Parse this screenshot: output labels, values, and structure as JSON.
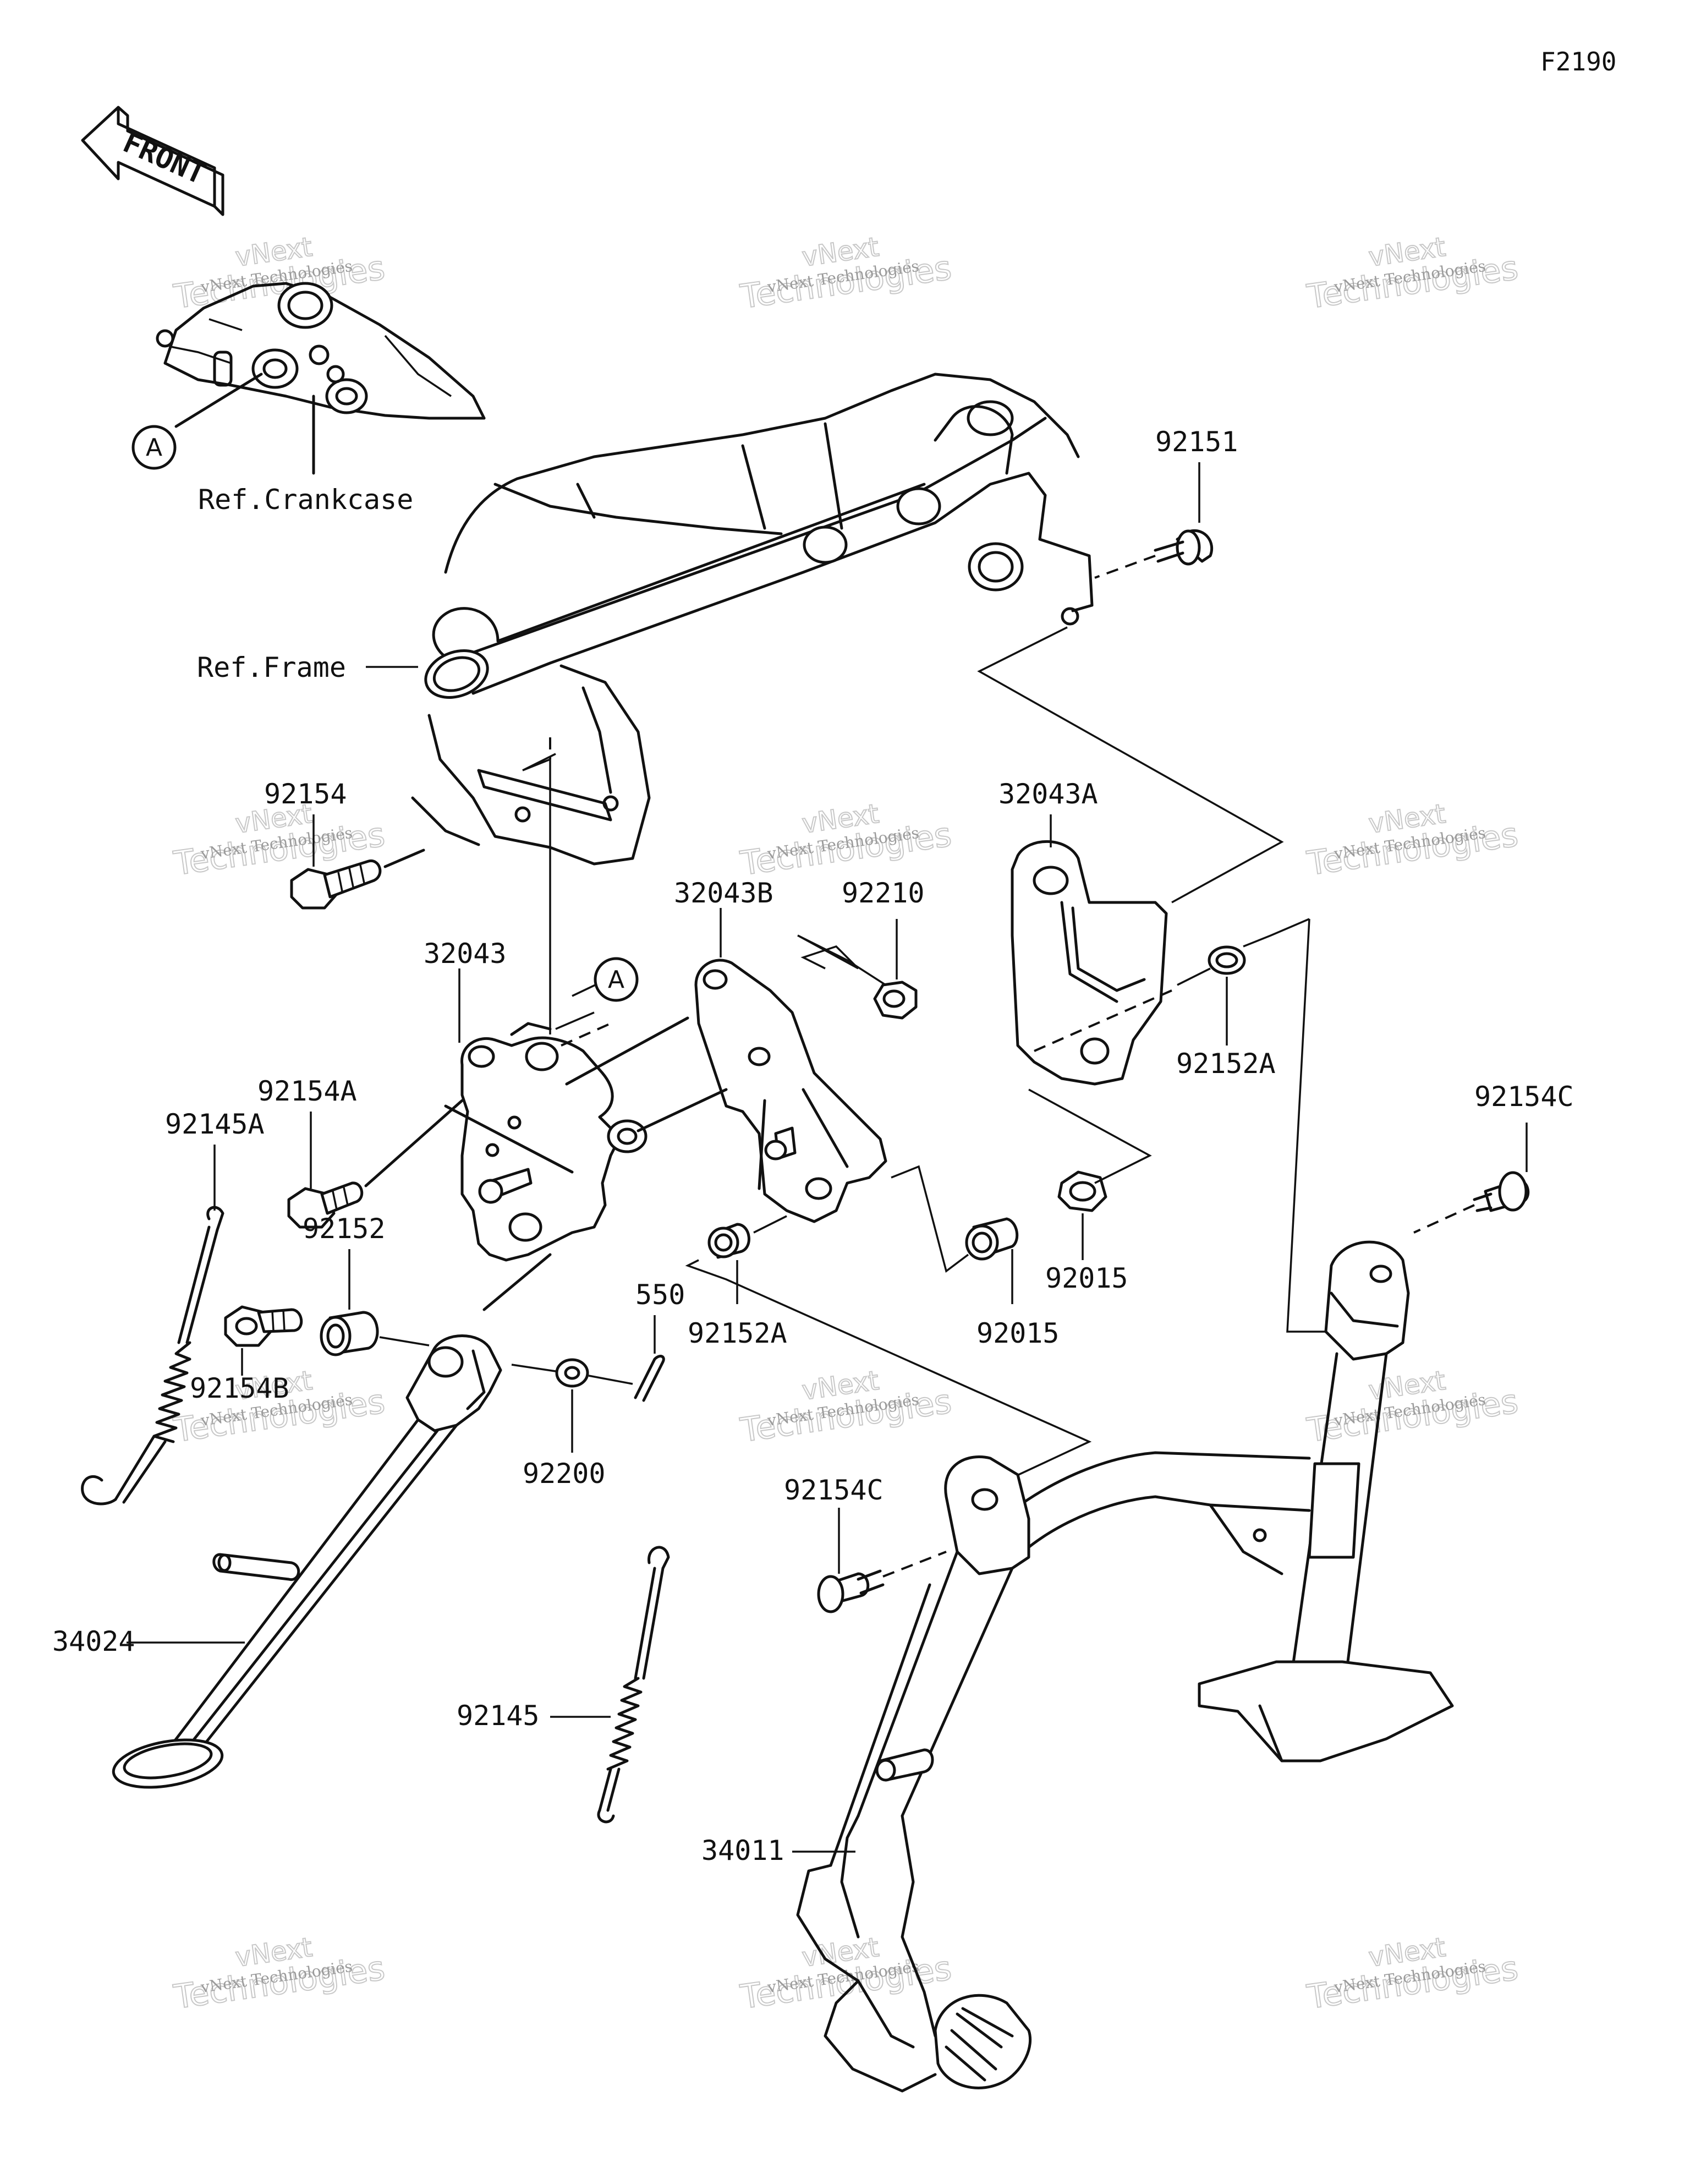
{
  "figure_id": "F2190",
  "direction_arrow": {
    "text": "FRONT",
    "icon": "front-arrow-icon"
  },
  "references": [
    {
      "id": "ref-crankcase",
      "text": "Ref.Crankcase"
    },
    {
      "id": "ref-frame",
      "text": "Ref.Frame"
    }
  ],
  "connectors": [
    {
      "id": "connector-a-crankcase",
      "text": "A"
    },
    {
      "id": "connector-a-bracket",
      "text": "A"
    }
  ],
  "watermark": {
    "line1": "vNext Technologies",
    "line2": "Technologies",
    "line3": "vNext"
  },
  "part_labels": [
    {
      "id": "p92151",
      "text": "92151"
    },
    {
      "id": "p32043A",
      "text": "32043A"
    },
    {
      "id": "p92154",
      "text": "92154"
    },
    {
      "id": "p32043B",
      "text": "32043B"
    },
    {
      "id": "p92210",
      "text": "92210"
    },
    {
      "id": "p32043",
      "text": "32043"
    },
    {
      "id": "p92152A-upper",
      "text": "92152A"
    },
    {
      "id": "p92154A",
      "text": "92154A"
    },
    {
      "id": "p92154C-right",
      "text": "92154C"
    },
    {
      "id": "p92145A",
      "text": "92145A"
    },
    {
      "id": "p92152",
      "text": "92152"
    },
    {
      "id": "p92015-right",
      "text": "92015"
    },
    {
      "id": "p550",
      "text": "550"
    },
    {
      "id": "p92152A-lower",
      "text": "92152A"
    },
    {
      "id": "p92015-lower",
      "text": "92015"
    },
    {
      "id": "p92154B",
      "text": "92154B"
    },
    {
      "id": "p92200",
      "text": "92200"
    },
    {
      "id": "p92154C-left",
      "text": "92154C"
    },
    {
      "id": "p34024",
      "text": "34024"
    },
    {
      "id": "p92145",
      "text": "92145"
    },
    {
      "id": "p34011",
      "text": "34011"
    }
  ]
}
